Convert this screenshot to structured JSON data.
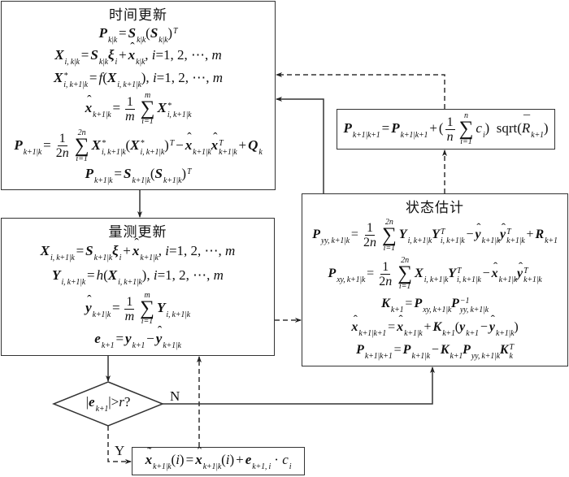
{
  "time_update": {
    "title": "时间更新",
    "formulas": [
      [
        {
          "v": "P",
          "s": "bi",
          "sub": "k|k"
        },
        {
          "op": "="
        },
        {
          "v": "S",
          "s": "bi",
          "sub": "k|k"
        },
        {
          "r": "("
        },
        {
          "v": "S",
          "s": "bi",
          "sub": "k|k"
        },
        {
          "r": ")",
          "sup": "T"
        }
      ],
      [
        {
          "v": "X",
          "s": "bi",
          "sub": "i, k|k"
        },
        {
          "op": "="
        },
        {
          "v": "S",
          "s": "bi",
          "sub": "k|k"
        },
        {
          "v": "ξ",
          "s": "bi",
          "sub": "i"
        },
        {
          "op": "+"
        },
        {
          "v": "x",
          "s": "bi",
          "acc": "hat",
          "sub": "k|k"
        },
        {
          "r": ", "
        },
        {
          "v": "i",
          "s": "i"
        },
        {
          "r": "=1, 2, ⋯, "
        },
        {
          "v": "m",
          "s": "i"
        }
      ],
      [
        {
          "v": "X",
          "s": "bi",
          "sup": "*",
          "sub": "i, k+1|k"
        },
        {
          "op": "="
        },
        {
          "v": "f",
          "s": "i"
        },
        {
          "r": "("
        },
        {
          "v": "X",
          "s": "bi",
          "sub": "i, k+1|k"
        },
        {
          "r": "), "
        },
        {
          "v": "i",
          "s": "i"
        },
        {
          "r": "=1, 2, ⋯, "
        },
        {
          "v": "m",
          "s": "i"
        }
      ],
      [
        {
          "v": "x",
          "s": "bi",
          "acc": "hat",
          "sub": "k+1|k"
        },
        {
          "op": "="
        },
        {
          "frac": [
            "1",
            "m"
          ]
        },
        {
          "sum": [
            "i=1",
            "m"
          ]
        },
        {
          "v": "X",
          "s": "bi",
          "sup": "*",
          "sub": "i, k+1|k"
        }
      ],
      [
        {
          "v": "P",
          "s": "bi",
          "sub": "k+1|k"
        },
        {
          "op": "="
        },
        {
          "frac": [
            "1",
            "2n"
          ]
        },
        {
          "sum": [
            "i=1",
            "2n"
          ]
        },
        {
          "v": "X",
          "s": "bi",
          "sup": "*",
          "sub": "i, k+1|k"
        },
        {
          "r": "("
        },
        {
          "v": "X",
          "s": "bi",
          "sup": "*",
          "sub": "i, k+1|k"
        },
        {
          "r": ")",
          "sup": "T"
        },
        {
          "op": "−"
        },
        {
          "v": "x",
          "s": "bi",
          "acc": "hat",
          "sub": "k+1|k"
        },
        {
          "v": "x",
          "s": "bi",
          "acc": "hat",
          "sup": "T",
          "sub": "k+1|k"
        },
        {
          "op": "+"
        },
        {
          "v": "Q",
          "s": "bi",
          "sub": "k"
        }
      ],
      [
        {
          "v": "P",
          "s": "bi",
          "sub": "k+1|k"
        },
        {
          "op": "="
        },
        {
          "v": "S",
          "s": "bi",
          "sub": "k+1|k"
        },
        {
          "r": "("
        },
        {
          "v": "S",
          "s": "bi",
          "sub": "k+1|k"
        },
        {
          "r": ")",
          "sup": "T"
        }
      ]
    ]
  },
  "measurement_update": {
    "title": "量测更新",
    "formulas": [
      [
        {
          "v": "X",
          "s": "bi",
          "sub": "i, k+1|k"
        },
        {
          "op": "="
        },
        {
          "v": "S",
          "s": "bi",
          "sub": "k+1|k"
        },
        {
          "v": "ξ",
          "s": "bi",
          "sub": "i"
        },
        {
          "op": "+"
        },
        {
          "v": "x",
          "s": "bi",
          "acc": "hat",
          "sub": "k+1|k"
        },
        {
          "r": ", "
        },
        {
          "v": "i",
          "s": "i"
        },
        {
          "r": "=1, 2, ⋯, "
        },
        {
          "v": "m",
          "s": "i"
        }
      ],
      [
        {
          "v": "Y",
          "s": "bi",
          "sub": "i, k+1|k"
        },
        {
          "op": "="
        },
        {
          "v": "h",
          "s": "i"
        },
        {
          "r": "("
        },
        {
          "v": "X",
          "s": "bi",
          "sub": "i, k+1|k"
        },
        {
          "r": "), "
        },
        {
          "v": "i",
          "s": "i"
        },
        {
          "r": "=1, 2, ⋯, "
        },
        {
          "v": "m",
          "s": "i"
        }
      ],
      [
        {
          "v": "y",
          "s": "bi",
          "acc": "hat",
          "sub": "k+1|k"
        },
        {
          "op": "="
        },
        {
          "frac": [
            "1",
            "m"
          ]
        },
        {
          "sum": [
            "i=1",
            "m"
          ]
        },
        {
          "v": "Y",
          "s": "bi",
          "sub": "i, k+1|k"
        }
      ],
      [
        {
          "v": "e",
          "s": "bi",
          "sub": "k+1"
        },
        {
          "op": "="
        },
        {
          "v": "y",
          "s": "bi",
          "sub": "k+1"
        },
        {
          "op": "−"
        },
        {
          "v": "y",
          "s": "bi",
          "acc": "hat",
          "sub": "k+1|k"
        }
      ]
    ]
  },
  "state_estimation": {
    "title": "状态估计",
    "formulas": [
      [
        {
          "v": "P",
          "s": "bi",
          "sub": "yy, k+1|k"
        },
        {
          "op": "="
        },
        {
          "frac": [
            "1",
            "2n"
          ]
        },
        {
          "sum": [
            "i=1",
            "2n"
          ]
        },
        {
          "v": "Y",
          "s": "bi",
          "sub": "i, k+1|k"
        },
        {
          "v": "Y",
          "s": "bi",
          "sup": "T",
          "sub": "i, k+1|k"
        },
        {
          "op": "−"
        },
        {
          "v": "y",
          "s": "bi",
          "acc": "hat",
          "sub": "k+1|k"
        },
        {
          "v": "y",
          "s": "bi",
          "acc": "hat",
          "sup": "T",
          "sub": "k+1|k"
        },
        {
          "op": "+"
        },
        {
          "v": "R",
          "s": "bi",
          "sub": "k+1"
        }
      ],
      [
        {
          "v": "P",
          "s": "bi",
          "sub": "xy, k+1|k"
        },
        {
          "op": "="
        },
        {
          "frac": [
            "1",
            "2n"
          ]
        },
        {
          "sum": [
            "i=1",
            "2n"
          ]
        },
        {
          "v": "X",
          "s": "bi",
          "sub": "i, k+1|k"
        },
        {
          "v": "Y",
          "s": "bi",
          "sup": "T",
          "sub": "i, k+1|k"
        },
        {
          "op": "−"
        },
        {
          "v": "x",
          "s": "bi",
          "acc": "hat",
          "sub": "k+1|k"
        },
        {
          "v": "y",
          "s": "bi",
          "acc": "hat",
          "sup": "T",
          "sub": "k+1|k"
        }
      ],
      [
        {
          "v": "K",
          "s": "bi",
          "sub": "k+1"
        },
        {
          "op": "="
        },
        {
          "v": "P",
          "s": "bi",
          "sub": "xy, k+1|k"
        },
        {
          "v": "P",
          "s": "bi",
          "sup": "−1",
          "sub": "yy, k+1|k"
        }
      ],
      [
        {
          "v": "x",
          "s": "bi",
          "acc": "hat",
          "sub": "k+1|k+1"
        },
        {
          "op": "="
        },
        {
          "v": "x",
          "s": "bi",
          "acc": "hat",
          "sub": "k+1|k"
        },
        {
          "op": "+"
        },
        {
          "v": "K",
          "s": "bi",
          "sub": "k+1"
        },
        {
          "r": "("
        },
        {
          "v": "y",
          "s": "bi",
          "sub": "k+1"
        },
        {
          "op": "−"
        },
        {
          "v": "y",
          "s": "bi",
          "acc": "hat",
          "sub": "k+1|k"
        },
        {
          "r": ")"
        }
      ],
      [
        {
          "v": "P",
          "s": "bi",
          "sub": "k+1|k+1"
        },
        {
          "op": "="
        },
        {
          "v": "P",
          "s": "bi",
          "sub": "k+1|k"
        },
        {
          "op": "−"
        },
        {
          "v": "K",
          "s": "bi",
          "sub": "k+1"
        },
        {
          "v": "P",
          "s": "bi",
          "sub": "yy, k+1|k"
        },
        {
          "v": "K",
          "s": "bi",
          "sup": "T",
          "sub": "k"
        }
      ]
    ]
  },
  "covariance_correction": {
    "formulas": [
      [
        {
          "v": "P",
          "s": "bi",
          "sub": "k+1|k+1"
        },
        {
          "op": "="
        },
        {
          "v": "P",
          "s": "bi",
          "sub": "k+1|k+1"
        },
        {
          "op": "+"
        },
        {
          "r": "("
        },
        {
          "frac": [
            "1",
            "n"
          ]
        },
        {
          "sum": [
            "i=1",
            "n"
          ]
        },
        {
          "v": "c",
          "s": "i",
          "sub": "i"
        },
        {
          "r": ")  sqrt("
        },
        {
          "v": "R",
          "s": "i",
          "acc": "bar",
          "sub": "k+1"
        },
        {
          "r": ")"
        }
      ]
    ]
  },
  "state_correction": {
    "formulas": [
      [
        {
          "v": "x",
          "s": "bi",
          "acc": "tilde",
          "sub": "k+1|k"
        },
        {
          "r": "("
        },
        {
          "v": "i",
          "s": "i"
        },
        {
          "r": ")"
        },
        {
          "op": "="
        },
        {
          "v": "x",
          "s": "bi",
          "acc": "hat",
          "sub": "k+1|k"
        },
        {
          "r": "("
        },
        {
          "v": "i",
          "s": "i"
        },
        {
          "r": ")"
        },
        {
          "op": "+"
        },
        {
          "v": "e",
          "s": "bi",
          "sub": "k+1, i"
        },
        {
          "r": " · "
        },
        {
          "v": "c",
          "s": "i",
          "sub": "i"
        }
      ]
    ]
  },
  "decision": {
    "formulas": [
      [
        {
          "r": "|"
        },
        {
          "v": "e",
          "s": "bi",
          "sub": "k+1"
        },
        {
          "r": "|>"
        },
        {
          "v": "r",
          "s": "i"
        },
        {
          "r": "?"
        }
      ]
    ]
  },
  "branch_labels": {
    "no": "N",
    "yes": "Y"
  }
}
